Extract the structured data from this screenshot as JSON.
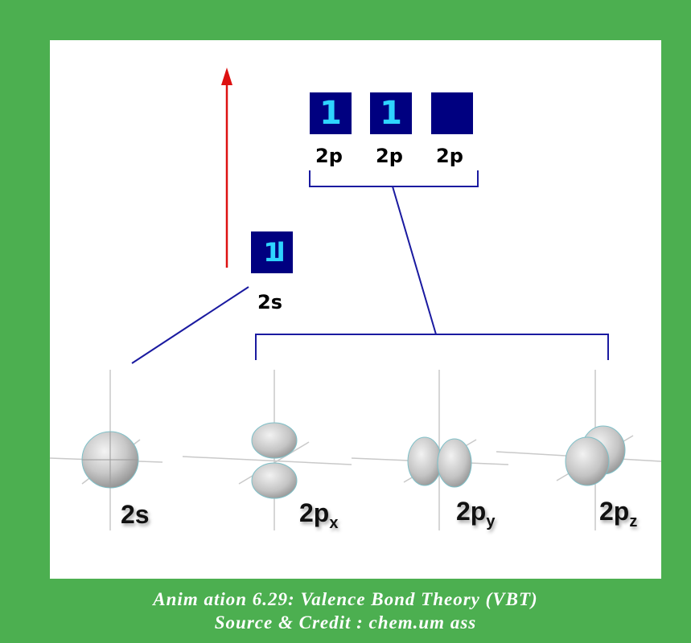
{
  "diagram": {
    "p_boxes": [
      {
        "content": "1"
      },
      {
        "content": "1"
      },
      {
        "content": ""
      }
    ],
    "p_labels": [
      "2p",
      "2p",
      "2p"
    ],
    "s_box": {
      "content": "1l"
    },
    "s_label": "2s",
    "orbitals": [
      {
        "name": "2s",
        "base": "2s",
        "sub": ""
      },
      {
        "name": "2px",
        "base": "2p",
        "sub": "x"
      },
      {
        "name": "2py",
        "base": "2p",
        "sub": "y"
      },
      {
        "name": "2pz",
        "base": "2p",
        "sub": "z"
      }
    ],
    "colors": {
      "background": "#4caf50",
      "box_fill": "#000080",
      "electron": "#2ed4ff",
      "connector": "#1a1aa0",
      "arrow": "#dd1111"
    }
  },
  "caption": {
    "line1": "Anim ation 6.29: Valence Bond Theory (VBT)",
    "line2": "Source & Credit : chem.um ass"
  }
}
